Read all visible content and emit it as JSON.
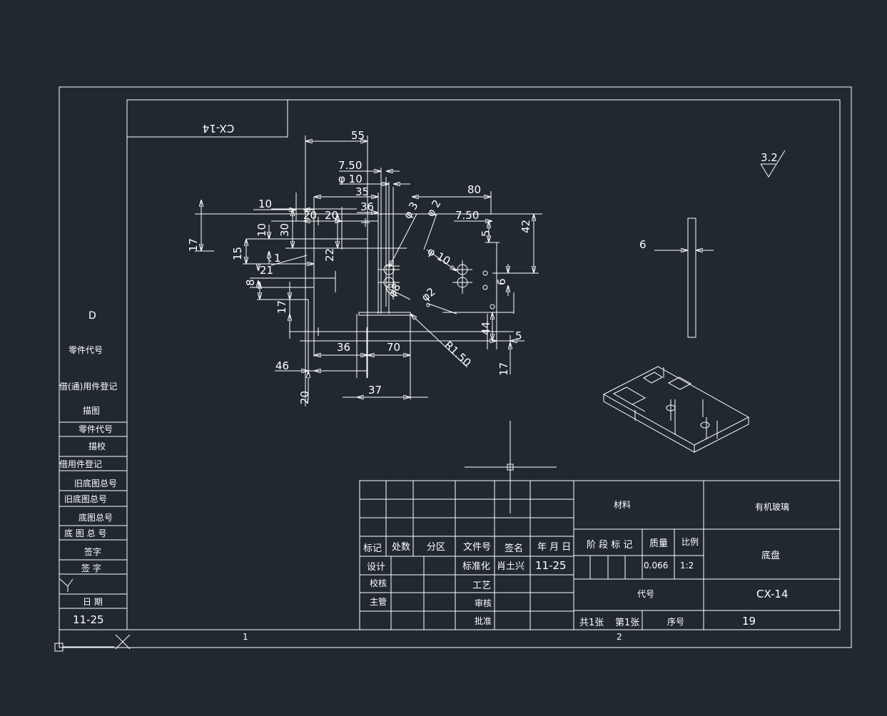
{
  "drawing": {
    "part_code_mirrored": "CX-14",
    "roughness": "3.2",
    "dims": {
      "d55": "55",
      "d7_50a": "7.50",
      "phi10a": "φ 10",
      "d35": "35",
      "d36a": "36",
      "d10a": "10",
      "d20a": "20",
      "d20b": "20",
      "d80": "80",
      "d7_50b": "7.50",
      "d42": "42",
      "d5a": "5",
      "phi3": "φ 3",
      "phi2": "φ 2",
      "phi10b": "φ 10",
      "d17a": "17",
      "d10b": "10",
      "d30": "30",
      "d15": "15",
      "d1": "1",
      "d22": "22",
      "d21": "21",
      "d8": "8",
      "d17b": "17",
      "d6": "6",
      "d44": "44",
      "d5b": "5",
      "phi8": "φ8",
      "phi2b": "φ2",
      "r150": "R1.50",
      "d36b": "36",
      "d70": "70",
      "d46": "46",
      "d37": "37",
      "d20c": "20",
      "d17c": "17",
      "side_6": "6"
    }
  },
  "left_column": {
    "d": "D",
    "part_code": "零件代号",
    "borrow_reg": "借(通)用件登记",
    "trace": "描图",
    "part_code_row": "零件代号",
    "trace_check": "描校",
    "borrow_reg2": "借用件登记",
    "old_base_no": "旧底图总号",
    "old_base_no2": "旧底图总号",
    "base_no": "底图总号",
    "base_no2": "底 图 总 号",
    "sign": "签字",
    "sign2": "签    字",
    "date": "日    期",
    "date_value": "11-25"
  },
  "zones": {
    "z1": "1",
    "z2": "2"
  },
  "title_block": {
    "hdr_mark": "标记",
    "hdr_count": "处数",
    "hdr_zone": "分区",
    "hdr_doc": "文件号",
    "hdr_sign": "签名",
    "hdr_date": "年 月 日",
    "design": "设计",
    "check": "校核",
    "manager": "主管",
    "standard": "标准化",
    "standard_name": "肖土兴",
    "standard_date": "11-25",
    "process": "工艺",
    "review": "审核",
    "approve": "批准",
    "material_label": "材料",
    "material_value": "有机玻璃",
    "stage_mark": "阶 段 标 记",
    "mass_label": "质量",
    "scale_label": "比例",
    "mass_value": "0.066",
    "scale_value": "1:2",
    "part_name": "底盘",
    "code_label": "代号",
    "code_value": "CX-14",
    "sheets": "共1张",
    "sheet_no": "第1张",
    "seq_label": "序号",
    "seq_value": "19"
  }
}
